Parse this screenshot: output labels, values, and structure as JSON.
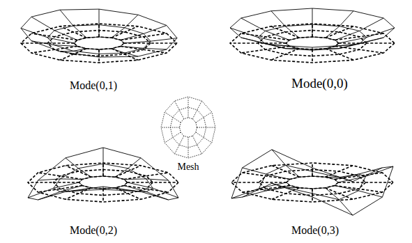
{
  "diagram": {
    "labels": [
      "Mode(0,1)",
      "Mode(0,0)",
      "Mesh",
      "Mode(0,2)",
      "Mode(0,3)"
    ]
  }
}
